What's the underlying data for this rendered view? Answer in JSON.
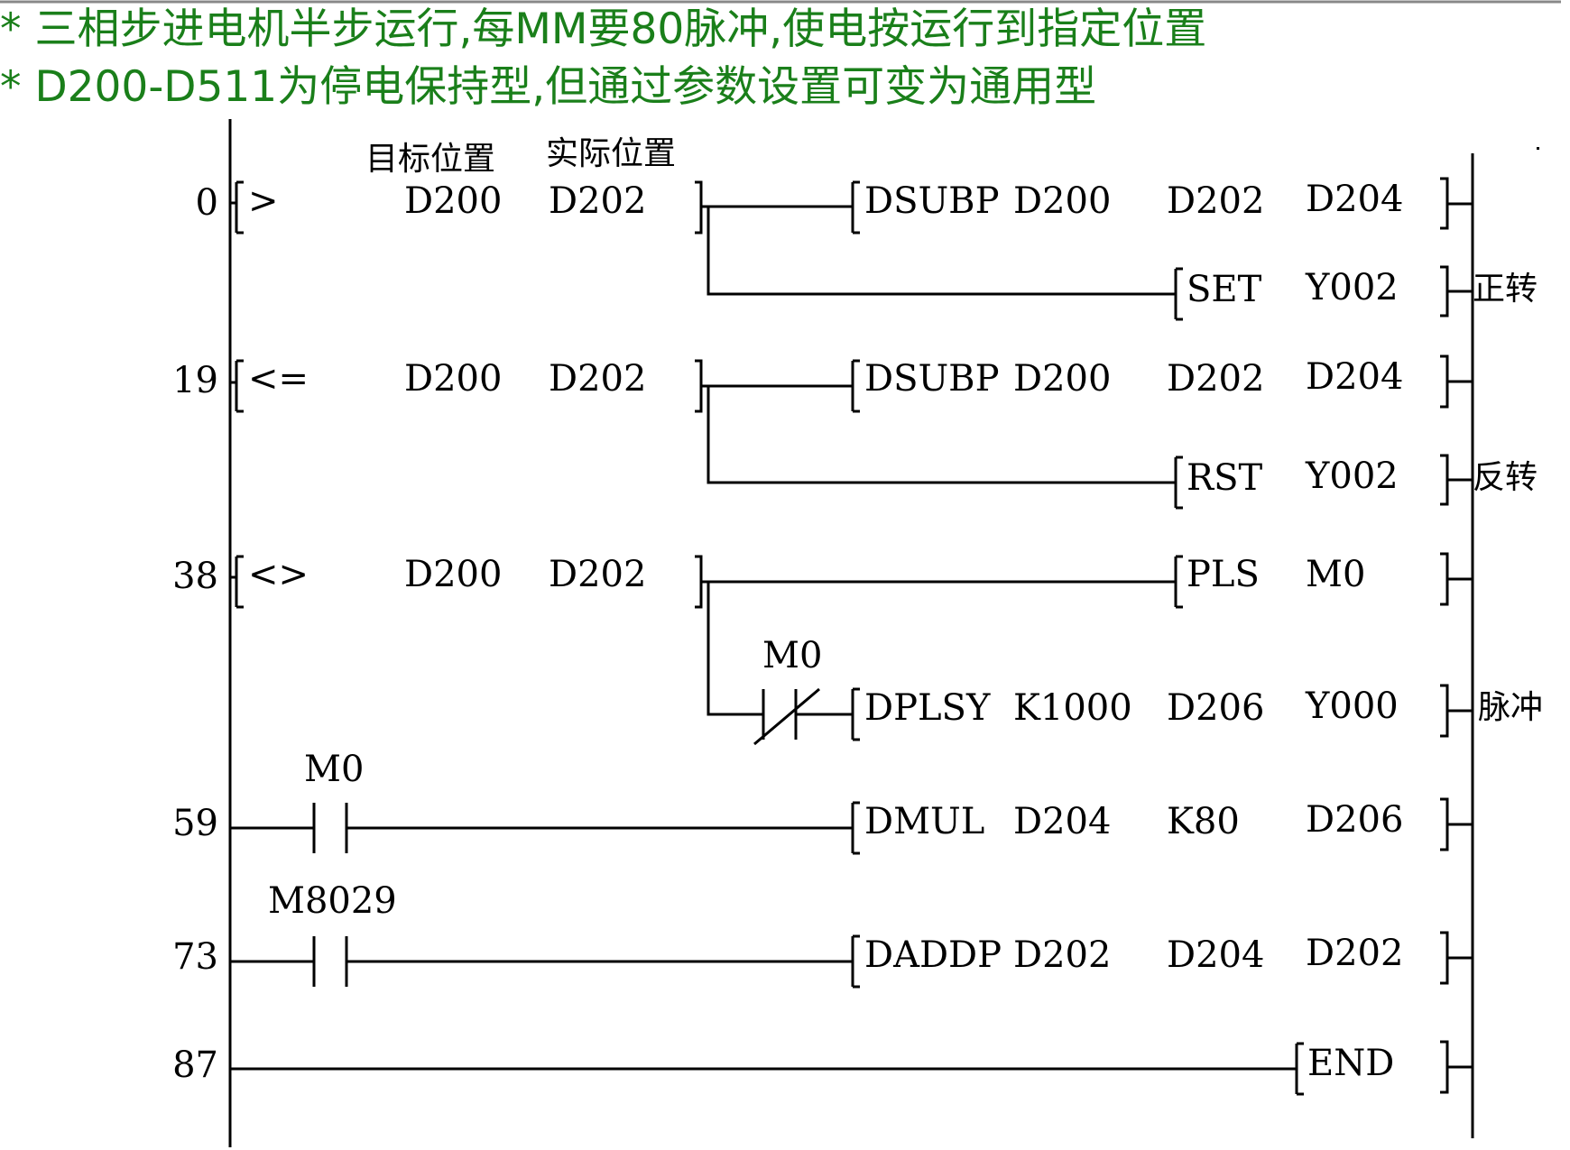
{
  "comments": [
    "* 三相步进电机半步运行,每MM要80脉冲,使电按运行到指定位置",
    "* D200-D511为停电保持型,但通过参数设置可变为通用型"
  ],
  "column_headers": {
    "target": "目标位置",
    "actual": "实际位置"
  },
  "rungs": [
    {
      "step": "0",
      "cmp": ">",
      "a": "D200",
      "b": "D202",
      "instr1": {
        "op": "DSUBP",
        "args": [
          "D200",
          "D202",
          "D204"
        ]
      },
      "instr2": {
        "op": "SET",
        "args": [
          "Y002"
        ],
        "note": "正转"
      }
    },
    {
      "step": "19",
      "cmp": "<=",
      "a": "D200",
      "b": "D202",
      "instr1": {
        "op": "DSUBP",
        "args": [
          "D200",
          "D202",
          "D204"
        ]
      },
      "instr2": {
        "op": "RST",
        "args": [
          "Y002"
        ],
        "note": "反转"
      }
    },
    {
      "step": "38",
      "cmp": "<>",
      "a": "D200",
      "b": "D202",
      "instr1": {
        "op": "PLS",
        "args": [
          "M0"
        ]
      },
      "contact": "M0",
      "instr2": {
        "op": "DPLSY",
        "args": [
          "K1000",
          "D206",
          "Y000"
        ],
        "note": "脉冲"
      }
    },
    {
      "step": "59",
      "contact": "M0",
      "instr1": {
        "op": "DMUL",
        "args": [
          "D204",
          "K80",
          "D206"
        ]
      }
    },
    {
      "step": "73",
      "contact": "M8029",
      "instr1": {
        "op": "DADDP",
        "args": [
          "D202",
          "D204",
          "D202"
        ]
      }
    },
    {
      "step": "87",
      "instr1": {
        "op": "END",
        "args": []
      }
    }
  ]
}
